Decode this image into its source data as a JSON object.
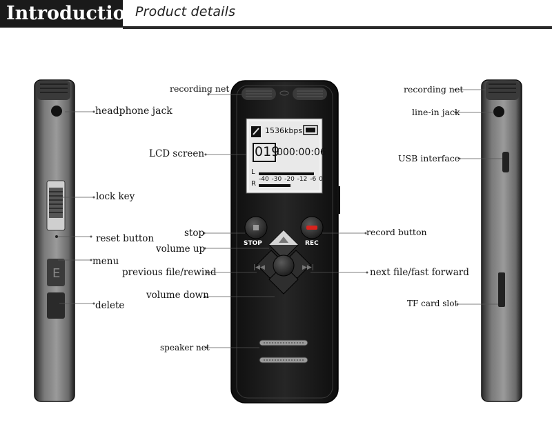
{
  "header": {
    "title": "Introduction",
    "subtitle": "Product details"
  },
  "screen": {
    "bitrate": "1536kbps",
    "file_number": "019",
    "time": "000:00:06",
    "channel_l": "L",
    "channel_r": "R",
    "db_scale": "-40 -30 -20 -12 -6 0"
  },
  "buttons": {
    "stop": "STOP",
    "rec": "REC"
  },
  "labels": {
    "headphone_jack": "headphone jack",
    "lock_key": "lock key",
    "reset_button": "reset button",
    "menu": "menu",
    "delete": "delete",
    "recording_net_left": "recording net",
    "lcd_screen": "LCD screen",
    "stop": "stop",
    "volume_up": "volume up",
    "previous_file": "previous file/rewind",
    "volume_down": "volume down",
    "speaker_net": "speaker net",
    "record_button": "record button",
    "next_file": "next file/fast forward",
    "recording_net_right": "recording net",
    "line_in_jack": "line-in jack",
    "usb_interface": "USB interface",
    "tf_card_slot": "TF card slot"
  },
  "colors": {
    "header_bg": "#1a1a1a",
    "body_dark": "#1c1c1c",
    "screen_bg": "#e8e8e8",
    "rec_red": "#d9231d",
    "side_metal": "#8a8a8a"
  }
}
